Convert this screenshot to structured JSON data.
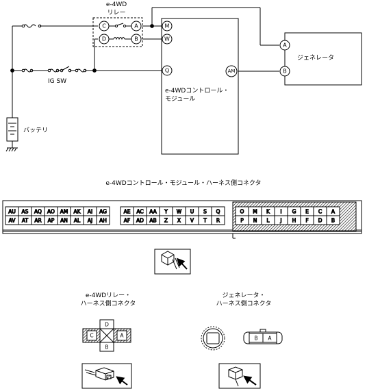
{
  "relay": {
    "title": "e-4WD",
    "subtitle": "リレー",
    "terminals": [
      "C",
      "A",
      "D",
      "B"
    ]
  },
  "ig_switch": {
    "label": "IG SW"
  },
  "battery": {
    "label": "バッテリ"
  },
  "module": {
    "name_line1": "e-4WDコントロール・",
    "name_line2": "モジュール",
    "terminals": [
      "M",
      "W",
      "Q",
      "AM"
    ]
  },
  "generator": {
    "name": "ジェネレータ",
    "terminals": [
      "A",
      "B"
    ]
  },
  "main_connector": {
    "title": "e-4WDコントロール・モジュール・ハーネス側コネクタ",
    "groups": [
      {
        "top": [
          "AU",
          "AS",
          "AQ",
          "AO",
          "AM",
          "AK",
          "AI",
          "AG"
        ],
        "bottom": [
          "AV",
          "AT",
          "AR",
          "AP",
          "AN",
          "AL",
          "AJ",
          "AH"
        ]
      },
      {
        "top": [
          "AE",
          "AC",
          "AA",
          "Y",
          "W",
          "U",
          "S",
          "Q"
        ],
        "bottom": [
          "AF",
          "AD",
          "AB",
          "Z",
          "X",
          "V",
          "T",
          "R"
        ]
      },
      {
        "top": [
          "O",
          "M",
          "K",
          "I",
          "G",
          "E",
          "C",
          "A"
        ],
        "bottom": [
          "P",
          "N",
          "L",
          "J",
          "H",
          "F",
          "D",
          "B"
        ]
      }
    ]
  },
  "relay_connector": {
    "title_line1": "e-4WDリレー・",
    "title_line2": "ハーネス側コネクタ",
    "pins": [
      "D",
      "C",
      "A",
      "B"
    ]
  },
  "generator_connector": {
    "title_line1": "ジェネレータ・",
    "title_line2": "ハーネス側コネクタ",
    "pins": [
      "B",
      "A"
    ]
  }
}
